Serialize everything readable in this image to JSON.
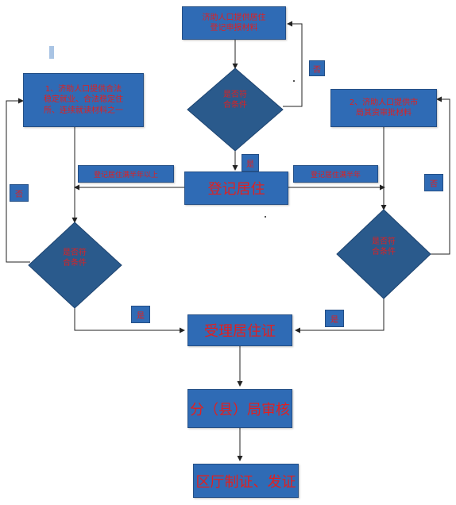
{
  "top_box": "济助人口提供居住\n登记申报材料",
  "box1": "1、济助人口提供合法\n稳定就业、合法稳定住\n所、连续就读材料之一",
  "box2": "2、济助人口提供市\n局其资审批材料",
  "diamond_top": "是否符\n合条件",
  "diamond_left": "是否符\n合条件",
  "diamond_right": "是否符\n合条件",
  "register": "登记居住",
  "register_left_label": "登记居住满半年以上",
  "register_right_label": "登记居住满半年",
  "accept": "受理居住证",
  "review": "分（县）局审核",
  "issue": "区厅制证、发证",
  "no": "否",
  "yes": "是"
}
